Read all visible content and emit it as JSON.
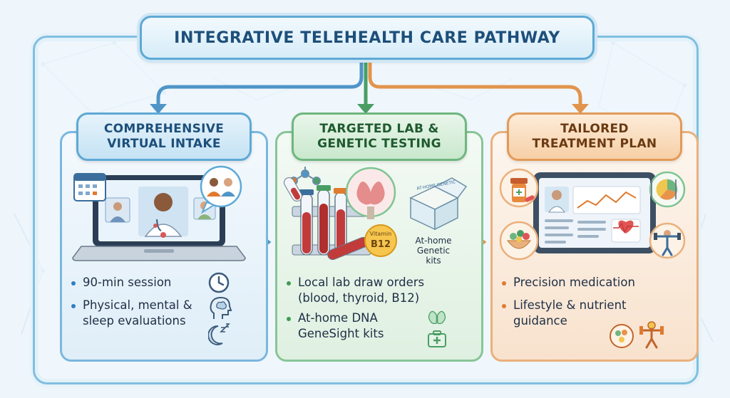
{
  "title": "INTEGRATIVE TELEHEALTH CARE PATHWAY",
  "steps": [
    {
      "heading_line1": "COMPREHENSIVE",
      "heading_line2": "VIRTUAL INTAKE",
      "bullets": [
        {
          "line1": "90-min session",
          "line2": ""
        },
        {
          "line1": "Physical, mental &",
          "line2": "sleep evaluations"
        }
      ],
      "icons": [
        "laptop-icon",
        "calendar-icon",
        "doctor-avatar-icon",
        "patient-avatar-icon",
        "chat-bubble-icon",
        "clock-icon",
        "brain-head-icon",
        "sleep-moon-icon"
      ],
      "accent": "#2f7fc0"
    },
    {
      "heading_line1": "TARGETED LAB &",
      "heading_line2": "GENETIC TESTING",
      "vitamin_label": "Vitamin",
      "vitamin_code": "B12",
      "kit_label_line1": "At-home",
      "kit_label_line2": "Genetic",
      "kit_label_line3": "kits",
      "kit_box_text": "AT-HOME GENETIC",
      "bullets": [
        {
          "line1": "Local lab draw orders",
          "line2": "(blood, thyroid, B12)"
        },
        {
          "line1": "At-home DNA",
          "line2": "GeneSight kits"
        }
      ],
      "icons": [
        "test-tubes-icon",
        "thyroid-icon",
        "molecule-icon",
        "vitamin-capsule-icon",
        "genetic-kit-box-icon",
        "first-aid-kit-icon"
      ],
      "accent": "#3f9a55"
    },
    {
      "heading_line1": "TAILORED",
      "heading_line2": "TREATMENT PLAN",
      "bullets": [
        {
          "line1": "Precision medication",
          "line2": ""
        },
        {
          "line1": "Lifestyle & nutrient",
          "line2": "guidance"
        }
      ],
      "icons": [
        "tablet-dashboard-icon",
        "pill-bottle-icon",
        "healthy-plate-icon",
        "salad-bowl-icon",
        "fitness-person-icon",
        "heart-rate-icon"
      ],
      "accent": "#e07a2e"
    }
  ]
}
